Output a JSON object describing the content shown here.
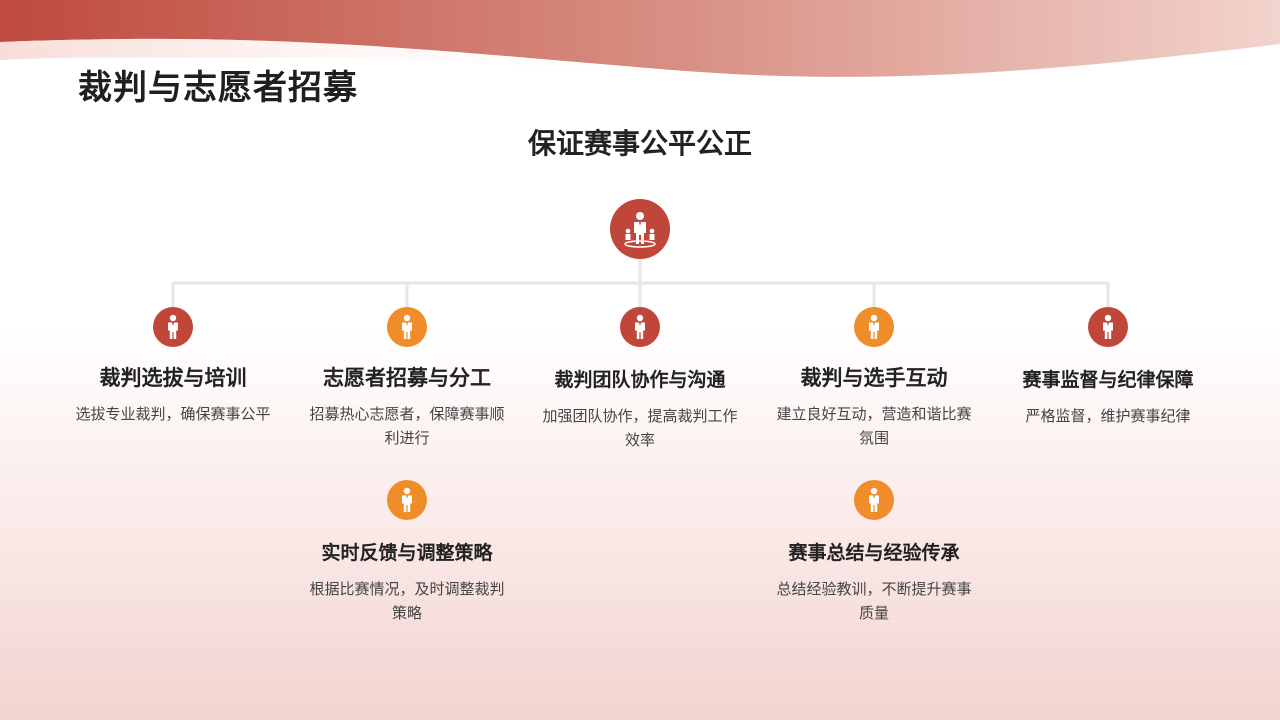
{
  "title": "裁判与志愿者招募",
  "root": {
    "label": "保证赛事公平公正",
    "icon": "person-with-group-icon",
    "color": "#c0463a"
  },
  "items": [
    {
      "title": "裁判选拔与培训",
      "desc": "选拔专业裁判，确保赛事公平",
      "color": "#c0463a",
      "icon": "person-icon"
    },
    {
      "title": "志愿者招募与分工",
      "desc": "招募热心志愿者，保障赛事顺利进行",
      "color": "#ef8d2a",
      "icon": "person-icon"
    },
    {
      "title": "裁判团队协作与沟通",
      "desc": "加强团队协作，提高裁判工作效率",
      "color": "#c0463a",
      "icon": "person-icon"
    },
    {
      "title": "裁判与选手互动",
      "desc": "建立良好互动，营造和谐比赛氛围",
      "color": "#ef8d2a",
      "icon": "person-icon"
    },
    {
      "title": "赛事监督与纪律保障",
      "desc": "严格监督，维护赛事纪律",
      "color": "#c0463a",
      "icon": "person-icon"
    }
  ],
  "sub_items": [
    {
      "title": "实时反馈与调整策略",
      "desc": "根据比赛情况，及时调整裁判策略",
      "color": "#ef8d2a",
      "icon": "person-icon"
    },
    {
      "title": "赛事总结与经验传承",
      "desc": "总结经验教训，不断提升赛事质量",
      "color": "#ef8d2a",
      "icon": "person-icon"
    }
  ],
  "colors": {
    "accent_red": "#c0463a",
    "accent_orange": "#ef8d2a",
    "connector": "#e6e6e6"
  }
}
